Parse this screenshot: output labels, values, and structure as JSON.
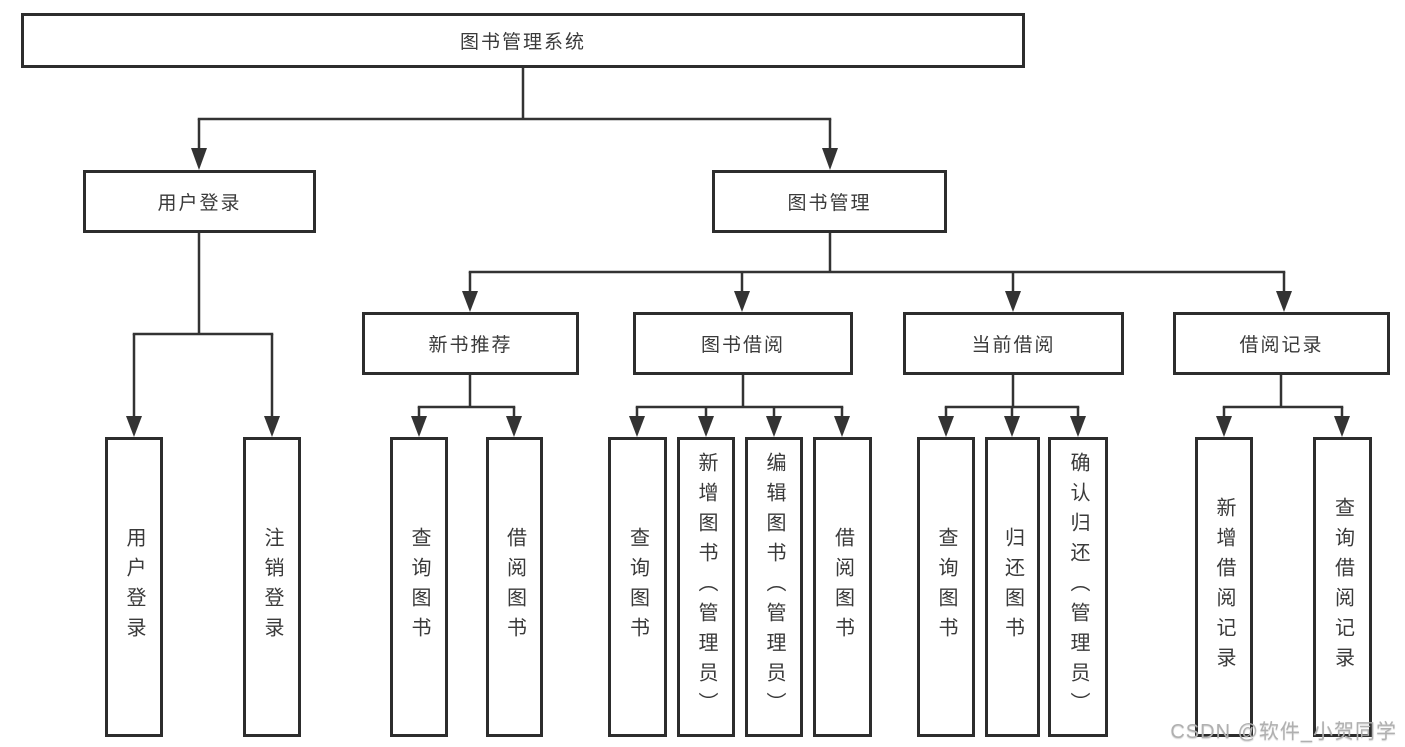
{
  "tree": {
    "label": "图书管理系统",
    "branches": [
      {
        "label": "用户登录",
        "children": [
          {
            "label": "用户登录"
          },
          {
            "label": "注销登录"
          }
        ]
      },
      {
        "label": "图书管理",
        "children": [
          {
            "label": "新书推荐",
            "children": [
              {
                "label": "查询图书"
              },
              {
                "label": "借阅图书"
              }
            ]
          },
          {
            "label": "图书借阅",
            "children": [
              {
                "label": "查询图书"
              },
              {
                "label": "新增图书（管理员）"
              },
              {
                "label": "编辑图书（管理员）"
              },
              {
                "label": "借阅图书"
              }
            ]
          },
          {
            "label": "当前借阅",
            "children": [
              {
                "label": "查询图书"
              },
              {
                "label": "归还图书"
              },
              {
                "label": "确认归还（管理员）"
              }
            ]
          },
          {
            "label": "借阅记录",
            "children": [
              {
                "label": "新增借阅记录"
              },
              {
                "label": "查询借阅记录"
              }
            ]
          }
        ]
      }
    ]
  },
  "watermark": {
    "text": "CSDN @软件_小贺同学"
  },
  "colors": {
    "line": "#333333",
    "box_border": "#2d2d2d",
    "text": "#3a3a3a",
    "watermark": "#b0b0b0",
    "background": "#ffffff"
  }
}
